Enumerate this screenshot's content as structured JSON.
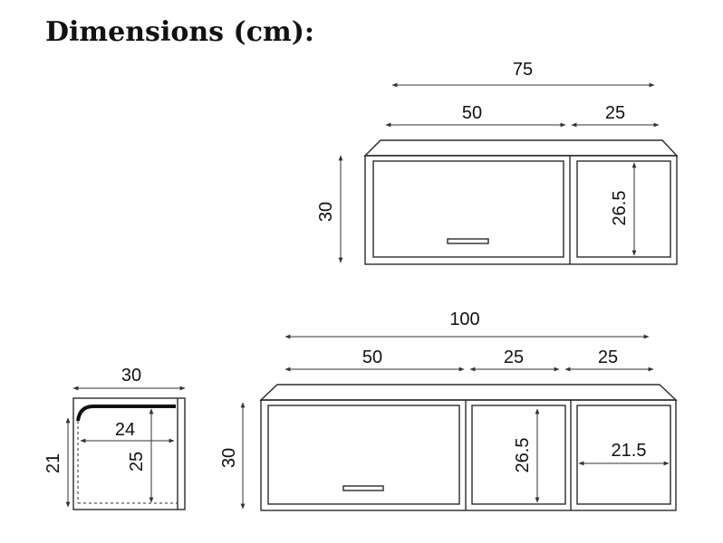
{
  "title": "Dimensions (cm):",
  "top_unit": {
    "total_width": "75",
    "left_width": "50",
    "right_width": "25",
    "height": "30",
    "inner_height": "26.5"
  },
  "bottom_unit": {
    "total_width": "100",
    "left_width": "50",
    "middle_width": "25",
    "right_width": "25",
    "height": "30",
    "inner_height": "26.5",
    "inner_width": "21.5"
  },
  "side_view": {
    "depth": "30",
    "inner_depth": "24",
    "inner_height": "25",
    "height": "21"
  },
  "colors": {
    "line": "#2a2a2a",
    "arrow": "#333333",
    "text": "#111111"
  }
}
